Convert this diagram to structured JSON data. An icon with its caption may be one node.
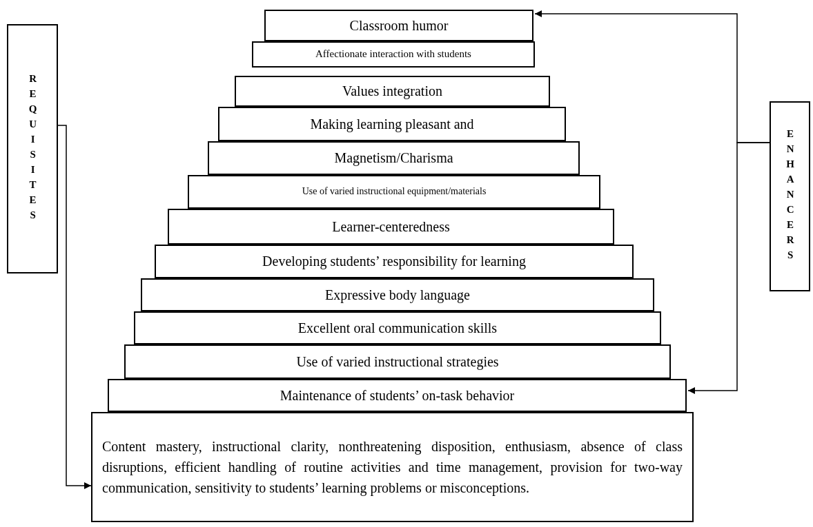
{
  "diagram": {
    "nodes": [
      {
        "text": [
          "Classroom humor"
        ]
      },
      {
        "text": [
          "Affectionate interaction with students"
        ]
      },
      {
        "text": [
          "Values integration"
        ]
      },
      {
        "text": [
          "Making learning pleasant and"
        ]
      },
      {
        "text": [
          "Magnetism/Charisma"
        ]
      },
      {
        "text": [
          "Use of varied instructional equipment/materials"
        ]
      },
      {
        "text": [
          "Learner-centeredness"
        ]
      },
      {
        "text": [
          "Developing students’ responsibility for learning"
        ]
      },
      {
        "text": [
          "Expressive body language"
        ]
      },
      {
        "text": [
          "Excellent oral communication skills"
        ]
      },
      {
        "text": [
          "Use of varied instructional strategies"
        ]
      },
      {
        "text": [
          "Maintenance of students’ on-task behavior"
        ]
      },
      {
        "text": [
          "Content mastery, instructional clarity, nonthreatening disposition, enthusiasm, absence of class disruptions, efficient handling of routine activities and time management, provision for two-way communication, sensitivity to students’ learning problems or misconceptions."
        ]
      },
      {
        "text": [
          "REQUISITES"
        ]
      },
      {
        "text": [
          "ENHANCERS"
        ]
      }
    ],
    "edges": [
      {
        "from": 13,
        "to": 12,
        "arrow": "to"
      },
      {
        "from": 14,
        "to": 0,
        "arrow": "to"
      },
      {
        "from": 14,
        "to": 11,
        "arrow": "to"
      }
    ]
  }
}
